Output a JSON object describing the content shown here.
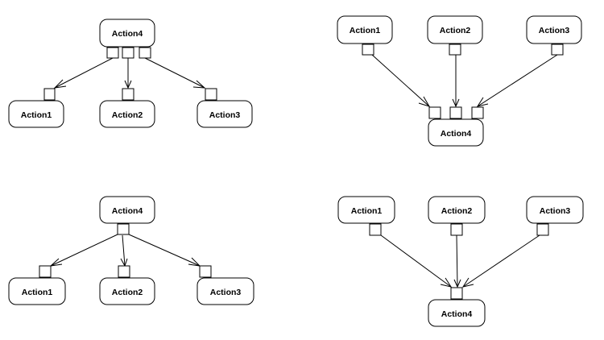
{
  "diagrams": [
    {
      "id": "fork-with-pins",
      "nodes": [
        {
          "id": "a4",
          "label": "Action4"
        },
        {
          "id": "a1",
          "label": "Action1"
        },
        {
          "id": "a2",
          "label": "Action2"
        },
        {
          "id": "a3",
          "label": "Action3"
        }
      ],
      "edges": [
        {
          "from": "a4",
          "to": "a1"
        },
        {
          "from": "a4",
          "to": "a2"
        },
        {
          "from": "a4",
          "to": "a3"
        }
      ]
    },
    {
      "id": "join-with-pins",
      "nodes": [
        {
          "id": "a1",
          "label": "Action1"
        },
        {
          "id": "a2",
          "label": "Action2"
        },
        {
          "id": "a3",
          "label": "Action3"
        },
        {
          "id": "a4",
          "label": "Action4"
        }
      ],
      "edges": [
        {
          "from": "a1",
          "to": "a4"
        },
        {
          "from": "a2",
          "to": "a4"
        },
        {
          "from": "a3",
          "to": "a4"
        }
      ]
    },
    {
      "id": "fork-single-pin",
      "nodes": [
        {
          "id": "a4",
          "label": "Action4"
        },
        {
          "id": "a1",
          "label": "Action1"
        },
        {
          "id": "a2",
          "label": "Action2"
        },
        {
          "id": "a3",
          "label": "Action3"
        }
      ],
      "edges": [
        {
          "from": "a4",
          "to": "a1"
        },
        {
          "from": "a4",
          "to": "a2"
        },
        {
          "from": "a4",
          "to": "a3"
        }
      ]
    },
    {
      "id": "join-single-pin",
      "nodes": [
        {
          "id": "a1",
          "label": "Action1"
        },
        {
          "id": "a2",
          "label": "Action2"
        },
        {
          "id": "a3",
          "label": "Action3"
        },
        {
          "id": "a4",
          "label": "Action4"
        }
      ],
      "edges": [
        {
          "from": "a1",
          "to": "a4"
        },
        {
          "from": "a2",
          "to": "a4"
        },
        {
          "from": "a3",
          "to": "a4"
        }
      ]
    }
  ]
}
